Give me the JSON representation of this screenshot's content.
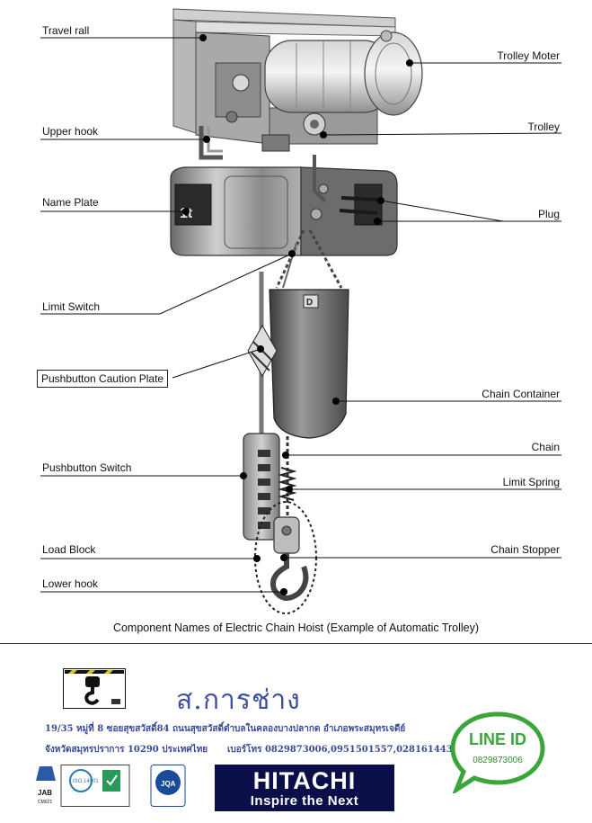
{
  "labels": {
    "travel_rail": "Travel rall",
    "trolley_motor": "Trolley Moter",
    "upper_hook": "Upper hook",
    "trolley": "Trolley",
    "name_plate": "Name Plate",
    "plug": "Plug",
    "limit_switch": "Limit Switch",
    "pushbutton_caution_plate": "Pushbutton Caution Plate",
    "chain_container": "Chain Container",
    "chain": "Chain",
    "pushbutton_switch": "Pushbutton Switch",
    "limit_spring": "Limit Spring",
    "load_block": "Load Block",
    "chain_stopper": "Chain Stopper",
    "lower_hook": "Lower hook"
  },
  "plate_text": "1t",
  "container_letter": "D",
  "caption": "Component Names of Electric Chain Hoist (Example of Automatic Trolley)",
  "footer": {
    "company_name": "ส.การช่าง",
    "address_line1": "19/35 หมู่ที่ 8 ซอยสุขสวัสดิ์84 ถนนสุขสวัสดิ์ตำบลในคลองบางปลากด อำเภอพระสมุทรเจดีย์",
    "address_line2": "จังหวัดสมุทรปราการ 10290 ประเทศไทย",
    "phone": "เบอร์โทร 0829873006,0951501557,028161443",
    "line_title": "LINE ID",
    "line_id": "0829873006",
    "hitachi_brand": "HITACHI",
    "hitachi_slogan": "Inspire the Next",
    "cert1_top": "JAB",
    "cert1_bottom": "CM021",
    "cert2_text": "ISO 14001",
    "cert3_text": "JQA"
  },
  "colors": {
    "company_blue": "#3d50a3",
    "line_green": "#3aa63a",
    "hitachi_navy": "#0a0f4a"
  }
}
